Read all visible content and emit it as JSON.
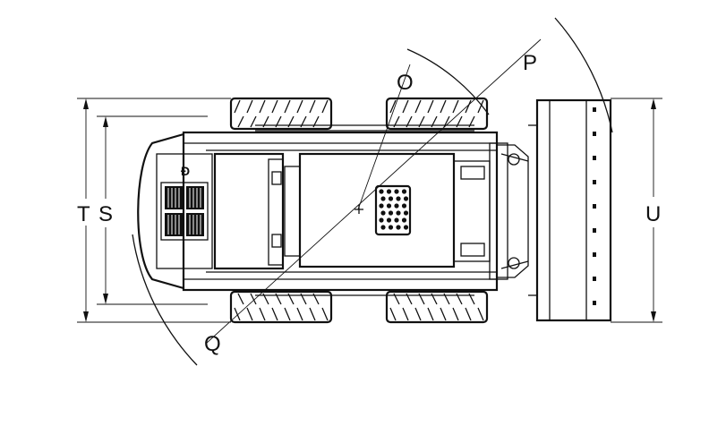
{
  "labels": {
    "o": "O",
    "p": "P",
    "q": "Q",
    "s": "S",
    "t": "T",
    "u": "U"
  }
}
